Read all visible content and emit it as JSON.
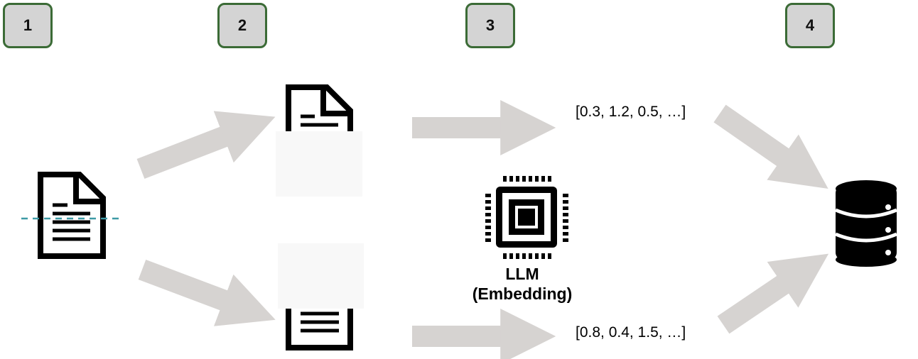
{
  "steps": [
    {
      "number": "1"
    },
    {
      "number": "2"
    },
    {
      "number": "3"
    },
    {
      "number": "4"
    }
  ],
  "embedding_model": {
    "line1": "LLM",
    "line2": "(Embedding)",
    "icon": "chip-icon"
  },
  "vectors": {
    "top": "[0.3, 1.2, 0.5, …]",
    "bottom": "[0.8, 0.4, 1.5, …]"
  },
  "icons": {
    "source_document": "document-icon",
    "chunk_top": "document-chunk-icon",
    "chunk_bottom": "document-chunk-icon",
    "vector_store": "database-icon",
    "split_line": "dashed-split-line"
  },
  "colors": {
    "step_border": "#3b6b36",
    "step_fill": "#d4d4d4",
    "arrow": "#d6d3d1",
    "split_line": "#3d9aa6"
  }
}
